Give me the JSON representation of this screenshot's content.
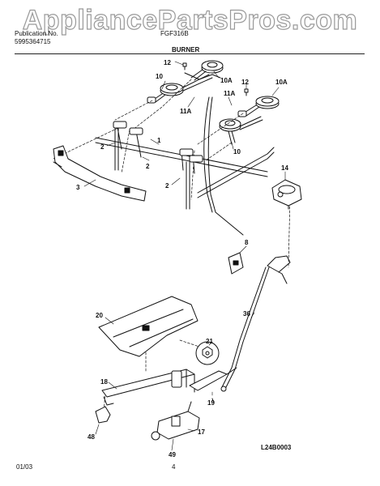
{
  "watermark": "AppliancePartsPros.com",
  "header": {
    "publication_label": "Publication No.",
    "publication_number": "5995364715",
    "model": "FGF316B",
    "section_title": "BURNER"
  },
  "diagram": {
    "code": "L24B0003",
    "callouts": [
      "12",
      "10",
      "10A",
      "12",
      "10A",
      "11A",
      "11A",
      "10",
      "1",
      "2",
      "2",
      "2",
      "3",
      "14",
      "8",
      "36",
      "20",
      "21",
      "18",
      "19",
      "48",
      "17",
      "49"
    ]
  },
  "footer": {
    "date": "01/03",
    "page": "4"
  }
}
